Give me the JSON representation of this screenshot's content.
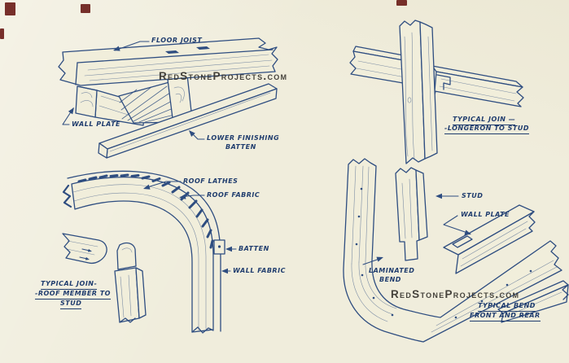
{
  "colors": {
    "background": "#f0eddc",
    "ink": "#2e4d80",
    "label_text": "#203d6e",
    "watermark": "#37342e",
    "red_mark": "#6b1e1a"
  },
  "watermarks": {
    "top": "RedStoneProjects.com",
    "bottom": "RedStoneProjects.com"
  },
  "diagrams": {
    "floor_joist_assembly": {
      "labels": {
        "floor_joist": "FLOOR JOIST",
        "wall_plate": "WALL PLATE",
        "lower_finishing_batten": [
          "LOWER FINISHING",
          "BATTEN"
        ]
      }
    },
    "longeron_to_stud": {
      "caption": [
        "TYPICAL JOIN —",
        "-LONGERON TO STUD"
      ]
    },
    "roof_member_to_stud": {
      "labels": {
        "roof_lathes": "ROOF LATHES",
        "roof_fabric": "ROOF FABRIC",
        "batten": "BATTEN",
        "wall_fabric": "WALL FABRIC"
      },
      "caption": [
        "TYPICAL JOIN-",
        "-ROOF MEMBER TO",
        "STUD"
      ]
    },
    "laminated_bend": {
      "labels": {
        "stud": "STUD",
        "wall_plate": "WALL PLATE",
        "laminated_bend": [
          "LAMINATED",
          "BEND"
        ]
      },
      "caption": [
        "TYPICAL BEND",
        "FRONT AND REAR"
      ]
    }
  }
}
